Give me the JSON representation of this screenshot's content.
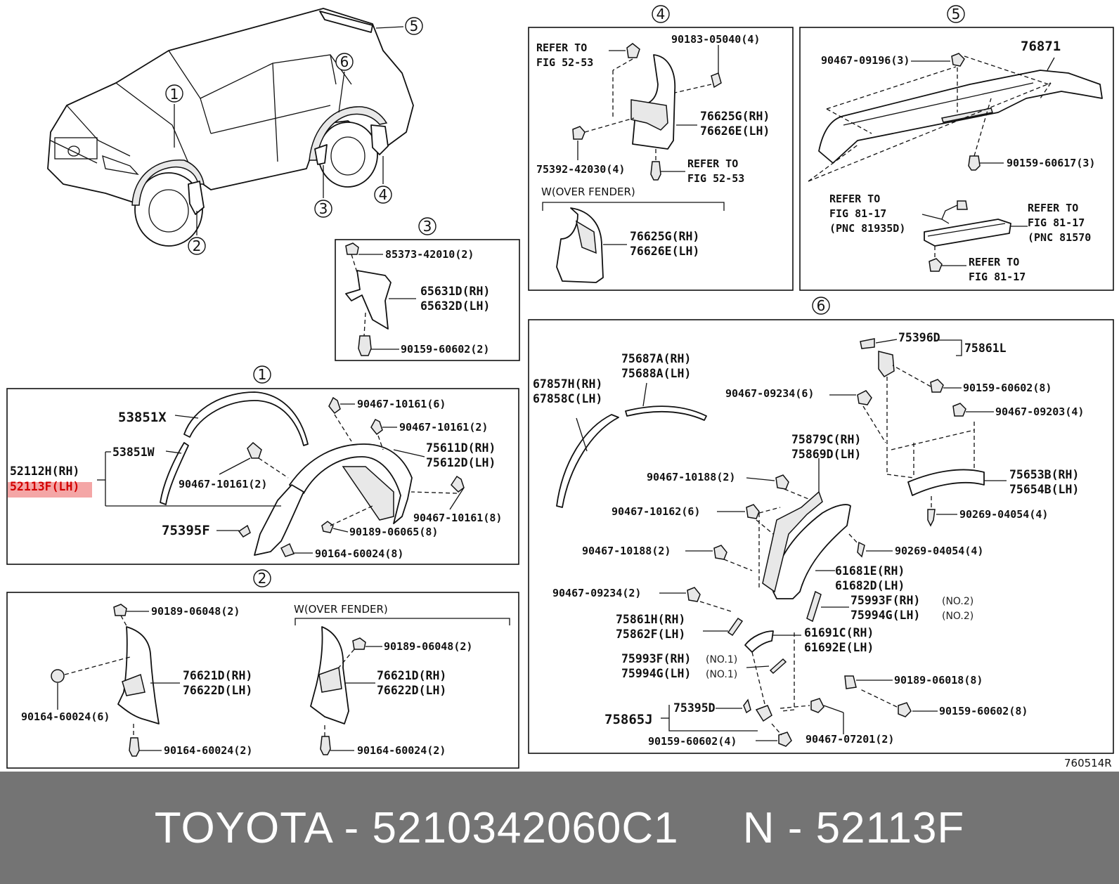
{
  "labels": {
    "s1_top": [
      "53851X",
      "53851W",
      "52112H(RH)",
      "52113F(LH)",
      "90467-10161(6)",
      "90467-10161(2)",
      "75611D(RH)",
      "75612D(LH)",
      "90467-10161(2)",
      "90467-10161(8)",
      "75395F",
      "90189-06065(8)",
      "90164-60024(8)"
    ],
    "s2": [
      "90189-06048(2)",
      "W(OVER FENDER)",
      "76621D(RH)",
      "76622D(LH)",
      "90164-60024(6)",
      "90164-60024(2)",
      "90189-06048(2)",
      "76621D(RH)",
      "76622D(LH)",
      "90164-60024(2)"
    ],
    "s3": [
      "85373-42010(2)",
      "65631D(RH)",
      "65632D(LH)",
      "90159-60602(2)"
    ],
    "s4": [
      "REFER TO",
      "FIG 52-53",
      "90183-05040(4)",
      "76625G(RH)",
      "76626E(LH)",
      "75392-42030(4)",
      "REFER TO",
      "FIG 52-53",
      "W(OVER FENDER)",
      "76625G(RH)",
      "76626E(LH)"
    ],
    "s5": [
      "90467-09196(3)",
      "76871",
      "90159-60617(3)",
      "REFER TO",
      "FIG 81-17",
      "(PNC 81935D)",
      "REFER TO",
      "FIG 81-17",
      "(PNC 81570",
      "REFER TO",
      "FIG 81-17"
    ],
    "s6": [
      "75396D",
      "75861L",
      "75687A(RH)",
      "75688A(LH)",
      "67857H(RH)",
      "67858C(LH)",
      "90467-09234(6)",
      "90159-60602(8)",
      "90467-09203(4)",
      "75879C(RH)",
      "75869D(LH)",
      "90467-10188(2)",
      "75653B(RH)",
      "75654B(LH)",
      "90467-10162(6)",
      "90269-04054(4)",
      "90467-10188(2)",
      "90269-04054(4)",
      "61681E(RH)",
      "61682D(LH)",
      "90467-09234(2)",
      "75993F(RH)",
      "75994G(LH)",
      "(NO.2)",
      "(NO.2)",
      "75861H(RH)",
      "75862F(LH)",
      "61691C(RH)",
      "61692E(LH)",
      "75993F(RH)",
      "75994G(LH)",
      "(NO.1)",
      "(NO.1)",
      "90189-06018(8)",
      "75865J",
      "75395D",
      "90159-60602(8)",
      "90159-60602(4)",
      "90467-07201(2)"
    ],
    "section_numbers": [
      "1",
      "2",
      "3",
      "4",
      "5",
      "6",
      "1",
      "2",
      "3",
      "4",
      "5",
      "6"
    ],
    "drawing_id": "760514R"
  },
  "footer": {
    "text": "TOYOTA - 5210342060C1     N - 52113F"
  },
  "colors": {
    "highlight": "#f4a6a6",
    "highlight_text": "#d30000",
    "footer_bg": "#747474"
  }
}
